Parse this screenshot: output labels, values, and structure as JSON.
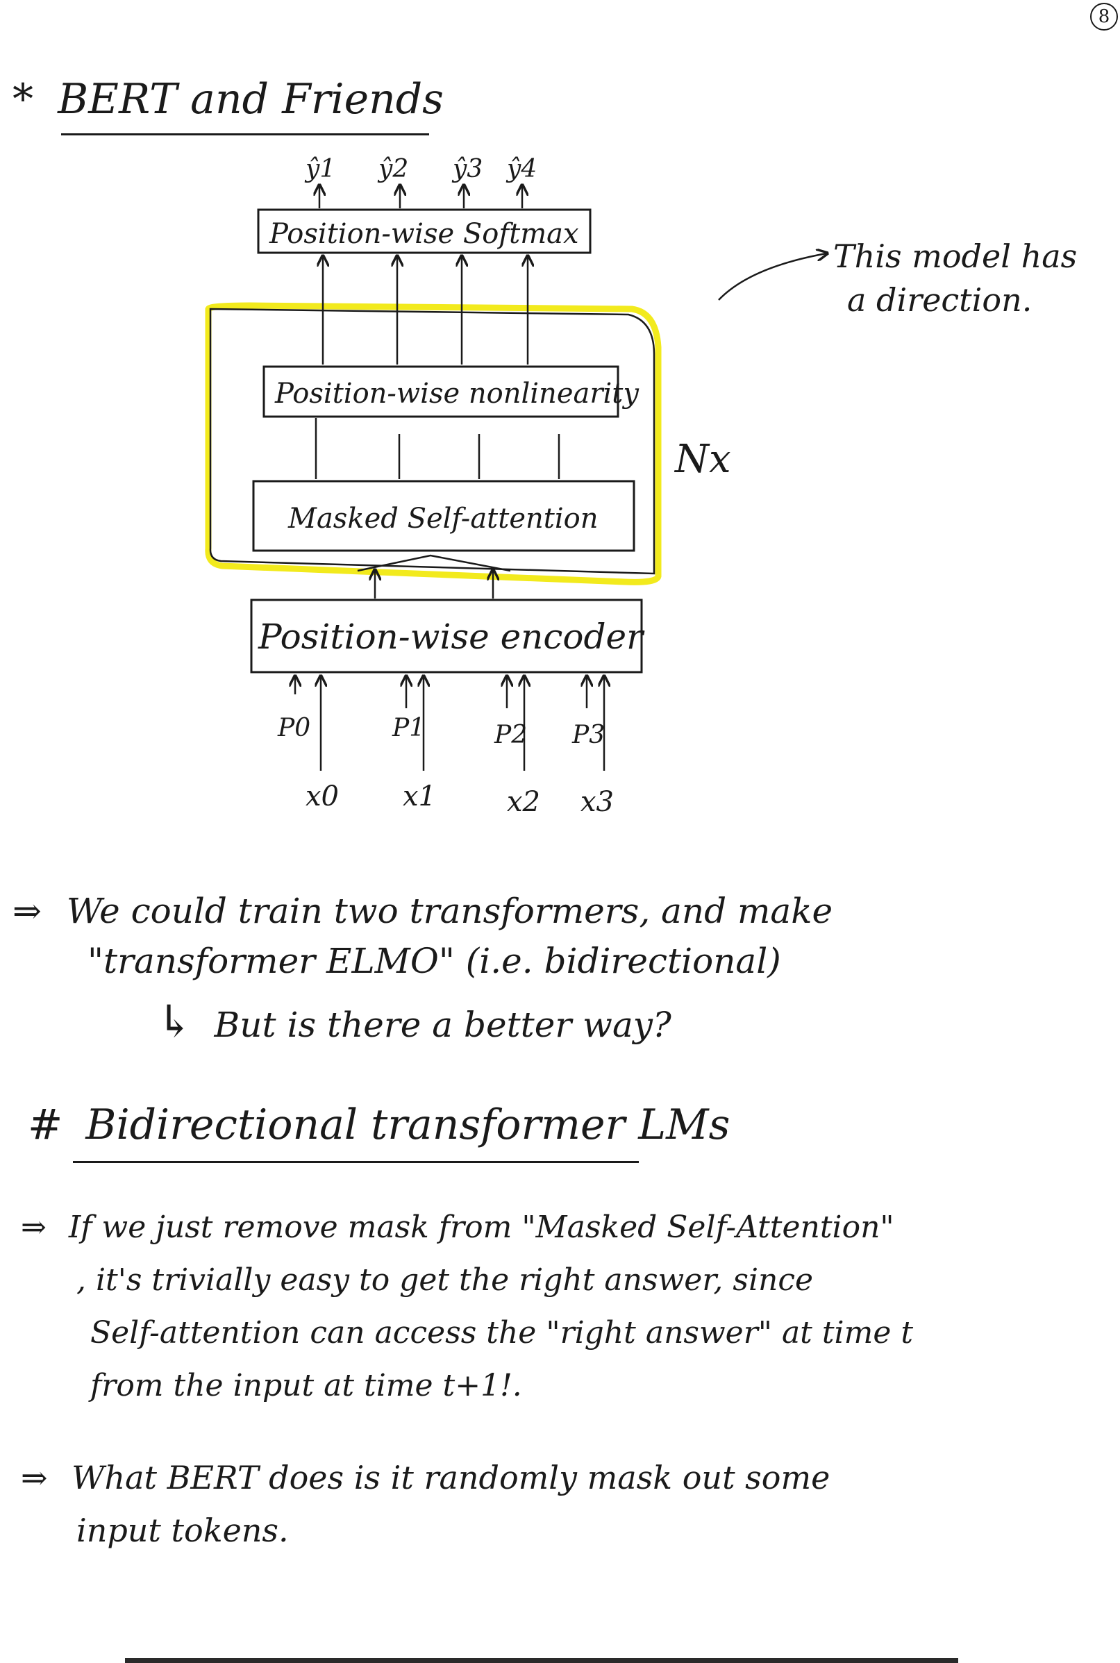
{
  "page": {
    "number": "8"
  },
  "section1": {
    "bullet": "*",
    "title": "BERT and Friends"
  },
  "diagram": {
    "outputs": [
      "ŷ1",
      "ŷ2",
      "ŷ3",
      "ŷ4"
    ],
    "softmax_label": "Position-wise Softmax",
    "nonlinearity_label": "Position-wise nonlinearity",
    "attention_label": "Masked Self-attention",
    "encoder_label": "Position-wise encoder",
    "repeat_label": "Nx",
    "positions": [
      "P0",
      "P1",
      "P2",
      "P3"
    ],
    "inputs": [
      "x0",
      "x1",
      "x2",
      "x3"
    ],
    "annotation": [
      "This model has",
      "a direction."
    ],
    "highlight_color": "#f2ea1d"
  },
  "notes1": {
    "arrow": "⇒",
    "line1": "We could train two transformers, and make",
    "line2": "\"transformer ELMO\" (i.e. bidirectional)",
    "sub_arrow": "↳",
    "line3": "But is there a better way?"
  },
  "section2": {
    "bullet": "#",
    "title": "Bidirectional transformer LMs"
  },
  "notes2": {
    "arrow": "⇒",
    "lines": [
      "If we just remove mask from \"Masked Self-Attention\"",
      ", it's trivially easy to get the right answer, since",
      "Self-attention can access the \"right answer\" at time t",
      "from the input at time t+1!."
    ]
  },
  "notes3": {
    "arrow": "⇒",
    "lines": [
      "What BERT does is it randomly mask out some",
      "input tokens."
    ]
  }
}
